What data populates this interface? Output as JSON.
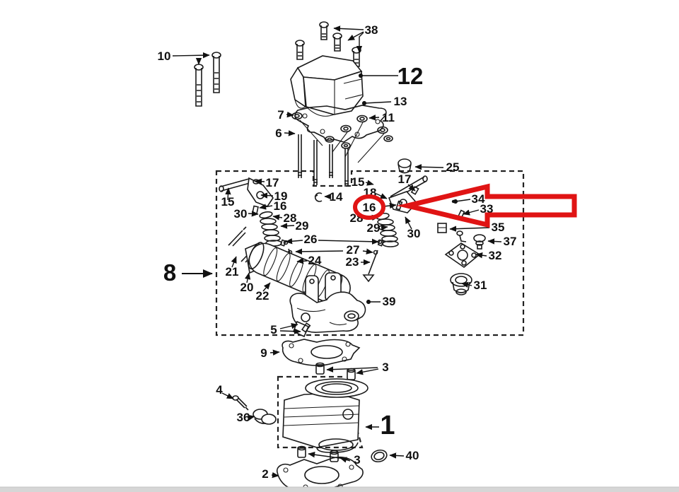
{
  "figure": {
    "type": "exploded-parts-diagram",
    "highlighted_part_number": "16"
  },
  "colors": {
    "line": "#1a1a1a",
    "highlight_red": "#e01414",
    "bottom_bar": "#d6d6d6",
    "background": "#ffffff"
  },
  "part_numbers": {
    "n38": "38",
    "n10": "10",
    "n12": "12",
    "n13": "13",
    "n7": "7",
    "n11": "11",
    "n6": "6",
    "n25": "25",
    "n17L": "17",
    "n19": "19",
    "n15L": "15",
    "n16L": "16",
    "n30L": "30",
    "n28L": "28",
    "n29L": "29",
    "n26": "26",
    "n14": "14",
    "n15R": "15",
    "n17R": "17",
    "n18": "18",
    "n16R": "16",
    "n28R": "28",
    "n29R": "29",
    "n30R": "30",
    "n34": "34",
    "n33": "33",
    "n35": "35",
    "n37": "37",
    "n32": "32",
    "n31": "31",
    "n27": "27",
    "n24": "24",
    "n23": "23",
    "n21": "21",
    "n8": "8",
    "n20": "20",
    "n22": "22",
    "n39": "39",
    "n5": "5",
    "n9": "9",
    "n3a": "3",
    "n4": "4",
    "n36": "36",
    "n1": "1",
    "n3b": "3",
    "n40": "40",
    "n2": "2"
  }
}
